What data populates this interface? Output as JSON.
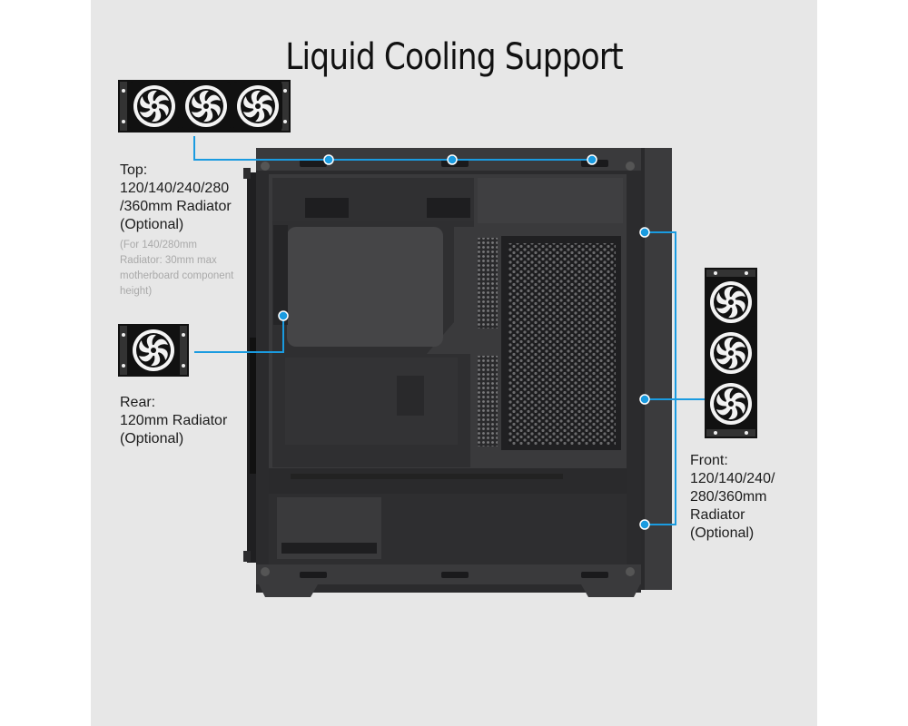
{
  "title": "Liquid Cooling Support",
  "top": {
    "lines": [
      "Top:",
      "120/140/240/280",
      "/360mm Radiator",
      "(Optional)"
    ],
    "note": [
      "(For 140/280mm",
      "Radiator: 30mm max",
      "motherboard component",
      "height)"
    ]
  },
  "rear": {
    "lines": [
      "Rear:",
      "120mm Radiator",
      "(Optional)"
    ]
  },
  "front": {
    "lines": [
      "Front:",
      "120/140/240/",
      "280/360mm",
      "Radiator",
      "(Optional)"
    ]
  },
  "colors": {
    "accent": "#1a9be0",
    "background": "#e7e7e7",
    "case": "#2b2b2d",
    "case_interior": "#3a3a3c"
  },
  "icons": [
    "radiator-360-icon",
    "radiator-120-icon",
    "fan-icon",
    "pc-case-image"
  ]
}
